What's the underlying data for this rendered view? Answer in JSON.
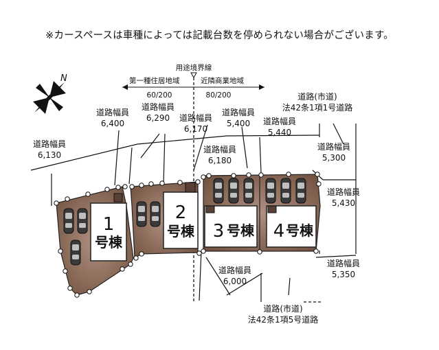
{
  "notice": "※カースペースは車種によっては記載台数を停められない場合がございます。",
  "zoning": {
    "boundary_label": "用途境界線",
    "left_zone": "第一種住居地域",
    "left_ratio": "60/200",
    "right_zone": "近隣商業地域",
    "right_ratio": "80/200"
  },
  "north_label": "N",
  "road_width_label": "道路幅員",
  "road_widths": {
    "w6400": "6,400",
    "w6290": "6,290",
    "w6170": "6,170",
    "w5400": "5,400",
    "w5440": "5,440",
    "w6130": "6,130",
    "w6180": "6,180",
    "w5300": "5,300",
    "w5430": "5,430",
    "w5350": "5,350",
    "w6000": "6,000"
  },
  "roads": {
    "north": {
      "line1": "道路(市道)",
      "line2": "法42条1項1号道路"
    },
    "south": {
      "line1": "道路(市道)",
      "line2": "法42条1項5号道路"
    }
  },
  "buildings": [
    {
      "num": "1",
      "suffix": "号棟"
    },
    {
      "num": "2",
      "suffix": "号棟"
    },
    {
      "num": "3",
      "suffix": "号棟"
    },
    {
      "num": "4",
      "suffix": "号棟"
    }
  ],
  "colors": {
    "lot_fill": "#7a5a48",
    "lot_light": "#9c7a66",
    "house_fill": "#ffffff"
  }
}
